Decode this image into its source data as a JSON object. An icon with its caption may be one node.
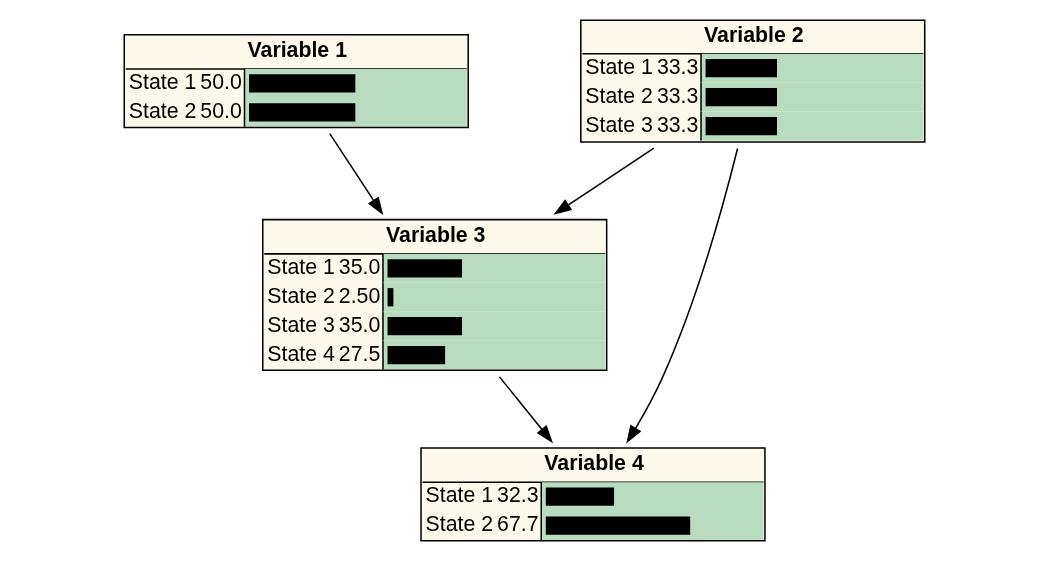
{
  "diagram": {
    "nodes": [
      {
        "text": [
          "Variable 1",
          "State 1",
          "50.0",
          "State 2",
          "50.0"
        ]
      },
      {
        "text": [
          "Variable 2",
          "State 1",
          "33.3",
          "State 2",
          "33.3",
          "State 3",
          "33.3"
        ]
      },
      {
        "text": [
          "Variable 3",
          "State 1",
          "35.0",
          "State 2",
          "2.50",
          "State 3",
          "35.0",
          "State 4",
          "27.5"
        ]
      },
      {
        "text": [
          "Variable 4",
          "State 1",
          "32.3",
          "State 2",
          "67.7"
        ]
      }
    ],
    "edges": [
      {
        "from": 0,
        "to": 2,
        "arrow": "to"
      },
      {
        "from": 1,
        "to": 2,
        "arrow": "to"
      },
      {
        "from": 2,
        "to": 3,
        "arrow": "to"
      },
      {
        "from": 1,
        "to": 3,
        "arrow": "to"
      }
    ]
  }
}
